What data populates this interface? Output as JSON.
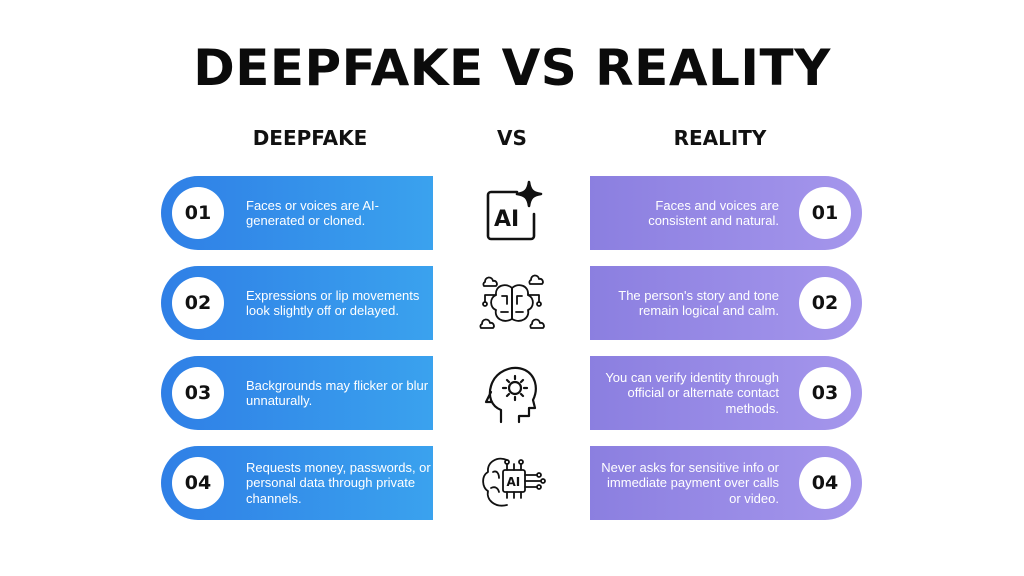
{
  "title": "DEEPFAKE VS REALITY",
  "columns": {
    "left": "DEEPFAKE",
    "middle": "VS",
    "right": "REALITY"
  },
  "deepfake_items": [
    {
      "number": "01",
      "text": "Faces or voices are AI-generated or cloned."
    },
    {
      "number": "02",
      "text": "Expressions or lip movements look slightly off or delayed."
    },
    {
      "number": "03",
      "text": "Backgrounds may flicker or blur unnaturally."
    },
    {
      "number": "04",
      "text": "Requests money, passwords, or personal data through private channels."
    }
  ],
  "reality_items": [
    {
      "number": "01",
      "text": "Faces and voices are consistent and natural."
    },
    {
      "number": "02",
      "text": "The person's story and tone remain logical and calm."
    },
    {
      "number": "03",
      "text": "You can verify identity through official or alternate contact methods."
    },
    {
      "number": "04",
      "text": "Never asks for sensitive info or immediate payment over calls or video."
    }
  ],
  "icons": {
    "icon1": {
      "name": "ai-sparkle-icon",
      "label": "AI"
    },
    "icon2": {
      "name": "brain-circuit-icon"
    },
    "icon3": {
      "name": "head-gear-icon"
    },
    "icon4": {
      "name": "brain-chip-icon",
      "label": "AI"
    }
  },
  "colors": {
    "deepfake_gradient_start": "#2f7fe6",
    "deepfake_gradient_end": "#3aa2ee",
    "reality_gradient_start": "#8b7fe0",
    "reality_gradient_end": "#a596ec",
    "title": "#0b0b0b"
  }
}
